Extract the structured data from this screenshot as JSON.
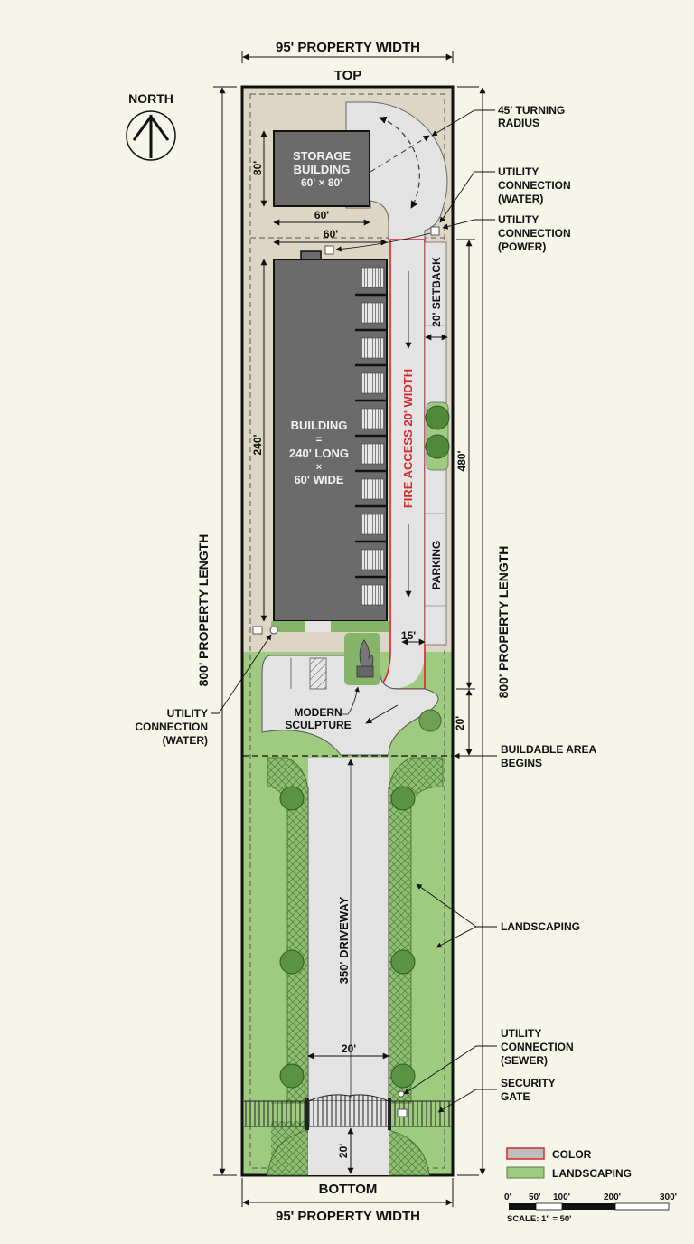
{
  "title": {
    "top_width": "95' PROPERTY WIDTH",
    "top_edge": "TOP",
    "bottom_edge": "BOTTOM",
    "bottom_width": "95' PROPERTY WIDTH"
  },
  "north": {
    "label": "NORTH",
    "icon": "north-arrow-icon"
  },
  "dimensions": {
    "left_length": "800' PROPERTY LENGTH",
    "right_length": "800' PROPERTY LENGTH",
    "storage_height": "80'",
    "storage_width": "60'",
    "building_width": "60'",
    "building_length": "240'",
    "setback": "20' SETBACK",
    "right_480": "480'",
    "fire_lane_width": "15'",
    "buildable_offset": "20'",
    "driveway_width": "20'",
    "gate_offset": "20'"
  },
  "buildings": {
    "storage": {
      "line1": "STORAGE",
      "line2": "BUILDING",
      "line3": "60' × 80'"
    },
    "main": {
      "line1": "BUILDING",
      "line2": "=",
      "line3": "240' LONG",
      "line4": "×",
      "line5": "60' WIDE"
    }
  },
  "areas": {
    "fire_access": "FIRE ACCESS 20' WIDTH",
    "parking": "PARKING",
    "driveway": "350' DRIVEWAY",
    "sculpture_line1": "MODERN",
    "sculpture_line2": "SCULPTURE"
  },
  "callouts": {
    "turning_radius": [
      "45' TURNING",
      "RADIUS"
    ],
    "utility_water_top": [
      "UTILITY",
      "CONNECTION",
      "(WATER)"
    ],
    "utility_power": [
      "UTILITY",
      "CONNECTION",
      "(POWER)"
    ],
    "utility_water_left": [
      "UTILITY",
      "CONNECTION",
      "(WATER)"
    ],
    "buildable_area": [
      "BUILDABLE AREA",
      "BEGINS"
    ],
    "landscaping": [
      "LANDSCAPING"
    ],
    "utility_sewer": [
      "UTILITY",
      "CONNECTION",
      "(SEWER)"
    ],
    "security_gate": [
      "SECURITY",
      "GATE"
    ]
  },
  "legend": {
    "items": [
      {
        "label": "COLOR",
        "fill": "#bdbdbd",
        "stroke": "#d9262b"
      },
      {
        "label": "LANDSCAPING",
        "fill": "#9fcb80",
        "stroke": "#5d7a4a"
      }
    ]
  },
  "scale": {
    "ticks": [
      "0'",
      "50'",
      "100'",
      "200'",
      "300'"
    ],
    "note": "SCALE: 1\" = 50'"
  },
  "colors": {
    "background": "#f6f5ea",
    "sand": "#ddd6c4",
    "grass": "#9fcb80",
    "hedge": "#86b56a",
    "pavement": "#e3e3e3",
    "building": "#6b6b6b",
    "fire_red": "#d9262b"
  }
}
